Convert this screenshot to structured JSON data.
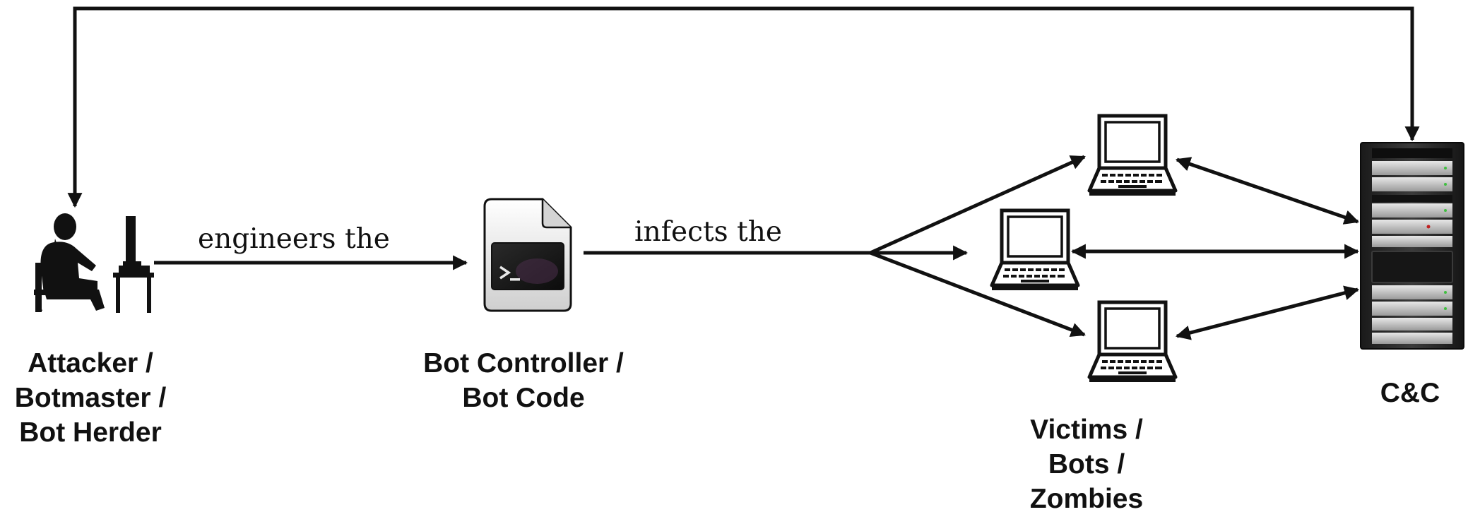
{
  "nodes": {
    "attacker": {
      "lines": [
        "Attacker /",
        "Botmaster /",
        "Bot Herder"
      ],
      "icon": "person-at-computer-icon"
    },
    "bot_controller": {
      "lines": [
        "Bot Controller /",
        "Bot Code"
      ],
      "icon": "terminal-file-icon"
    },
    "victims": {
      "lines": [
        "Victims /",
        "Bots /",
        "Zombies"
      ],
      "icon": "laptop-icon"
    },
    "cnc": {
      "lines": [
        "C&C"
      ],
      "icon": "server-rack-icon"
    }
  },
  "edges": {
    "engineers": {
      "label": "engineers the"
    },
    "infects": {
      "label": "infects the"
    }
  },
  "colors": {
    "line": "#111111",
    "background": "#ffffff"
  }
}
